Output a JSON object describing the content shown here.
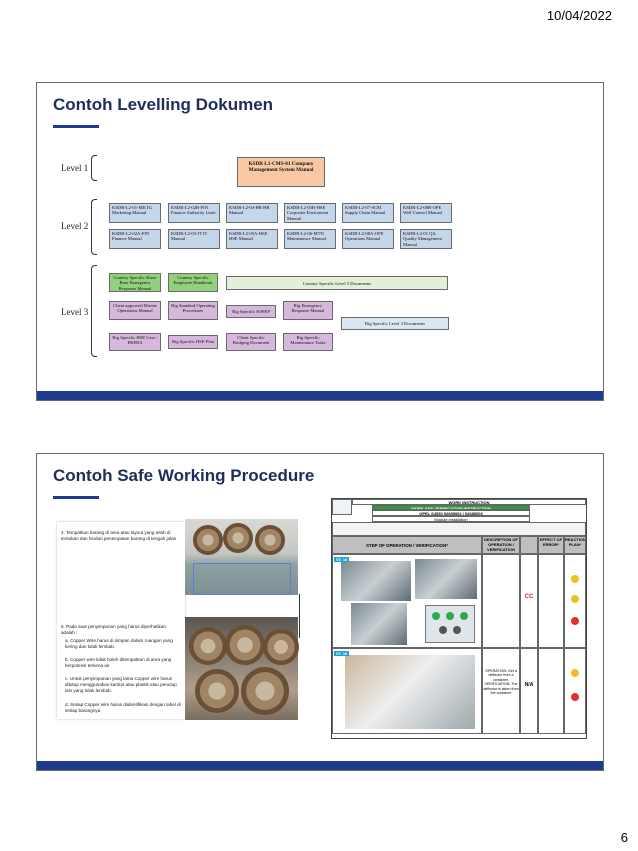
{
  "header": {
    "date": "10/04/2022"
  },
  "footer": {
    "page_number": "6"
  },
  "slide1": {
    "title": "Contoh Levelling Dokumen",
    "levels": [
      "Level 1",
      "Level 2",
      "Level 3"
    ],
    "level1_box": "KSDR L1-CMS-01 Company Management System Manual",
    "level2_row1": [
      "KSDR-L2-01-MKTG Marketing Manual",
      "KSDR-L2-02B-FIN Finance Authority Limit",
      "KSDR-L2-04-HR HR Manual",
      "KSDR-L2-05B-HSE Corporate Enviroment Manual",
      "KSDR-L2-07-SCM Supply Chain Manual",
      "KSDR-L2-08B-OPE Well Control Manual"
    ],
    "level2_row2": [
      "KSDR-L2-02A-FIN Finance Manual",
      "KSDR-L2-03-IT IT Manual",
      "KSDR-L2-05A-HSE HSE Manual",
      "KSDR-L2-06-MTN Maintenance Manual",
      "KSDR-L2-08A-OPE Operations Manual",
      "KSDR-L2-01 QA Quality Management Manual"
    ],
    "level3_row1": [
      "Country Specific Shore Base Emergency Response Manual",
      "Country Specific Employee Handbook",
      "Country Specific Level 3 Documents"
    ],
    "level3_row2": [
      "Client approved Marine Operations Manual",
      "Rig Standard Operating Procedures",
      "Rig Specific SOPEP",
      "Rig Emergency Response Manual"
    ],
    "level3_row2_wide": "Rig Specific Level 3 Documents",
    "level3_row3": [
      "Rig Specific HSE Case / HSERA",
      "Rig Specific HSE Plan",
      "Client Specific Bridging Document",
      "Rig Specific Maintenance Tasks"
    ]
  },
  "slide2": {
    "title": "Contoh Safe Working Procedure",
    "item4": "4. Tempatkan barang di area atau layout yang telah di tentukan dan hindari penempatan barang di tengah jalan",
    "item5_intro": "5. Pada saat penyimpanan yang harus diperhatikan adalah :",
    "item5_a": "a. Copper Wire harus di simpan dalam ruangan yang kering dan tidak lembab.",
    "item5_b": "b. Copper wire tidak boleh ditempatkan di area yang berpotensi terkena air",
    "item5_c": "c. Untuk penyimpanan yang lama Copper wire harus ditutup menggunakan kardus atau plastik atau penutup lain yang tidak lembab.",
    "item5_d": "d. Setiap Copper wire harus diidentifikasi dengan label di setiap barangnya",
    "work_instruction": {
      "title": "WORK INSTRUCTION",
      "subtitle": "WORK AND VERIFICATION INSTRUCTION",
      "product": "OPEL S4530 02685002 / 02685003",
      "operation": "Module installation",
      "header_step": "STEP OF OPERATION / VERIFICATION*",
      "header_desc": "DESCRIPTION OF OPERATION / VERIFICATION",
      "header_effect": "EFFECT OF ERROR*",
      "header_reaction": "REACTION PLAN*",
      "step1": "ST. 10",
      "step2": "ST. 10",
      "cc_label": "CC",
      "na_label": "N/A",
      "desc2": "OPERATION: Get a deflector from a container. VERIFICATION: The deflector is taken from the container"
    }
  }
}
